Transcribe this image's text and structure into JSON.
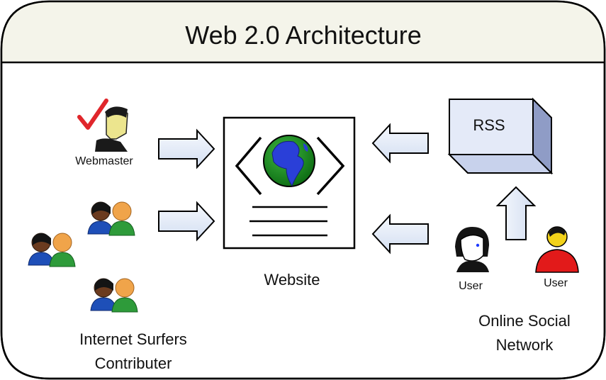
{
  "diagram": {
    "title": "Web 2.0 Architecture",
    "nodes": {
      "webmaster": "Webmaster",
      "internet_surfers": [
        "Internet Surfers",
        "Contributer"
      ],
      "website": "Website",
      "rss": "RSS",
      "user_1": "User",
      "user_2": "User",
      "online_social_network": [
        "Online Social",
        "Network"
      ]
    },
    "edges": [
      {
        "from": "webmaster",
        "to": "website"
      },
      {
        "from": "internet_surfers",
        "to": "website"
      },
      {
        "from": "rss",
        "to": "website"
      },
      {
        "from": "online_social_network",
        "to": "website"
      },
      {
        "from": "online_social_network",
        "to": "rss"
      }
    ]
  }
}
